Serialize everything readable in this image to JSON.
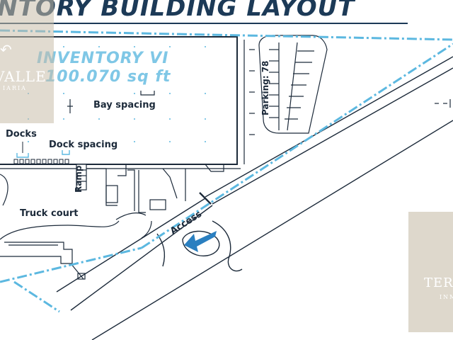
{
  "header": {
    "title": "ENTORY BUILDING LAYOUT"
  },
  "building": {
    "name": "INVENTORY VI",
    "area": "100.070 sq ft"
  },
  "labels": {
    "bay_spacing": "Bay spacing",
    "docks": "Docks",
    "dock_spacing": "Dock spacing",
    "ramp": "Ramp",
    "parking": "Parking: 78",
    "truck_court": "Truck court",
    "access": "Access"
  },
  "watermarks": {
    "left_name": "VALLE",
    "left_sub": "IARIA",
    "right_name": "TER",
    "right_sub": "INM"
  },
  "colors": {
    "navy": "#1c3a57",
    "plan_line": "#1c2a3a",
    "property_line": "#5cb8e0",
    "watermark": "#c8be aa"
  }
}
